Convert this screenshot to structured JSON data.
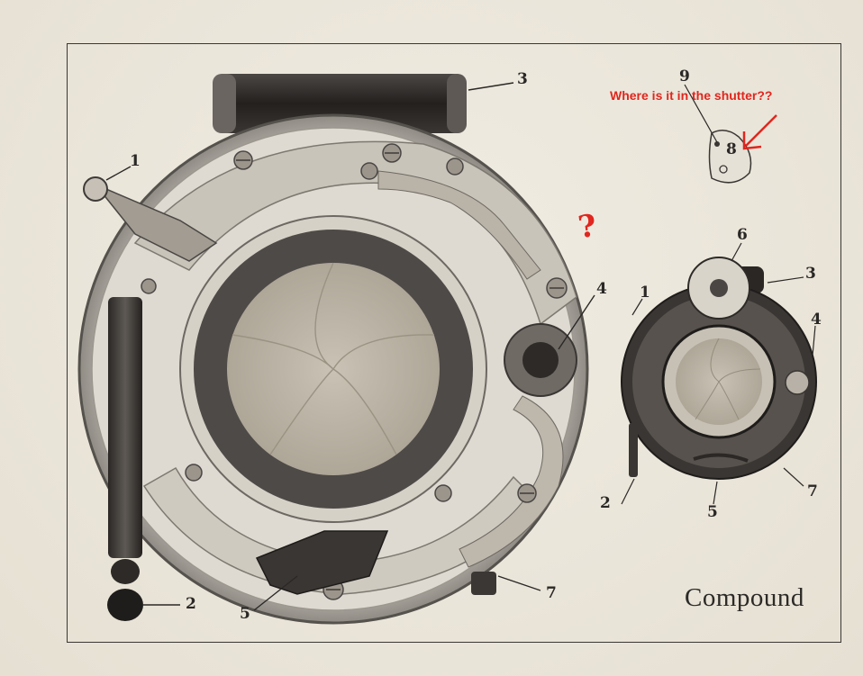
{
  "figure": {
    "caption": "Compound",
    "annotation": "Where is it in the shutter??",
    "question_mark": "?",
    "large_shutter_labels": {
      "l1": "1",
      "l2": "2",
      "l3": "3",
      "l4": "4",
      "l5": "5",
      "l7": "7"
    },
    "small_shutter_labels": {
      "l1": "1",
      "l2": "2",
      "l3": "3",
      "l4": "4",
      "l5": "5",
      "l6": "6",
      "l7": "7"
    },
    "part_detail_labels": {
      "l9": "9",
      "l8": "8"
    },
    "colors": {
      "annotation": "#e0261e",
      "ink": "#2a2826",
      "paper": "#ebe6db"
    }
  }
}
